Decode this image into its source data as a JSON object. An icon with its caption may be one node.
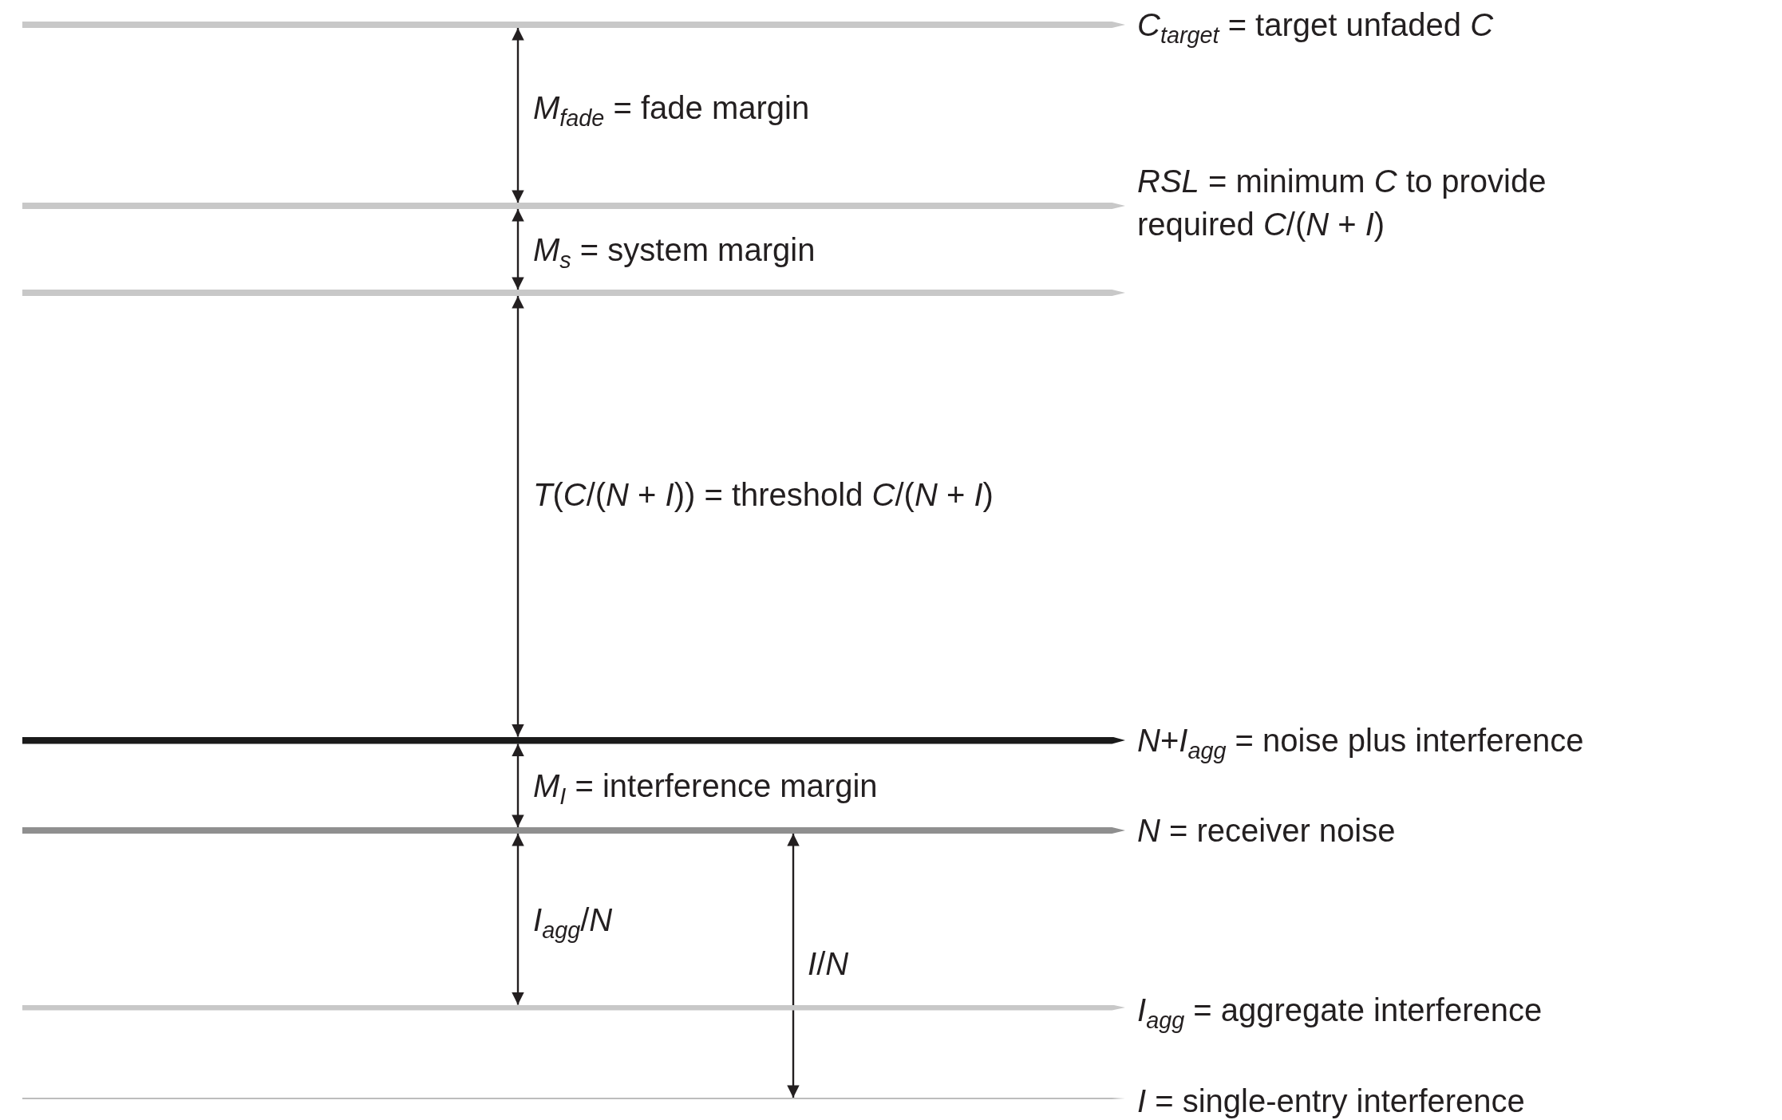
{
  "diagram": {
    "nodes": [
      {
        "text": [],
        "shape": "bar",
        "beside": [
          "*C*$_{target}$ = target unfaded *C*"
        ]
      },
      {
        "text": [],
        "shape": "bar",
        "beside": [
          "*RSL* = minimum *C* to provide required *C*/(*N* + *I*)"
        ]
      },
      {
        "text": [],
        "shape": "bar"
      },
      {
        "text": [],
        "shape": "bar",
        "beside": [
          "*N*+*I*$_{agg}$ = noise plus interference"
        ]
      },
      {
        "text": [],
        "shape": "bar",
        "beside": [
          "*N* = receiver noise"
        ]
      },
      {
        "text": [],
        "shape": "bar",
        "beside": [
          "*I*$_{agg}$ = aggregate interference"
        ]
      },
      {
        "text": [],
        "shape": "bar",
        "beside": [
          "*I* = single-entry interference"
        ]
      }
    ],
    "edges": [
      {
        "from": 0,
        "to": 1,
        "arrow": "both",
        "label": "*M*$_{fade}$ = fade margin"
      },
      {
        "from": 1,
        "to": 2,
        "arrow": "both",
        "label": "*M*$_{s}$ = system margin"
      },
      {
        "from": 2,
        "to": 3,
        "arrow": "both",
        "label": "*T*(*C*/(*N* + *I*)) = threshold *C*/(*N* + *I*)"
      },
      {
        "from": 3,
        "to": 4,
        "arrow": "both",
        "label": "*M*$_{I}$ = interference margin"
      },
      {
        "from": 4,
        "to": 5,
        "arrow": "both",
        "label": "*I*$_{agg}$/*N*"
      },
      {
        "from": 4,
        "to": 6,
        "arrow": "both",
        "label": "*I*/*N*"
      }
    ]
  }
}
